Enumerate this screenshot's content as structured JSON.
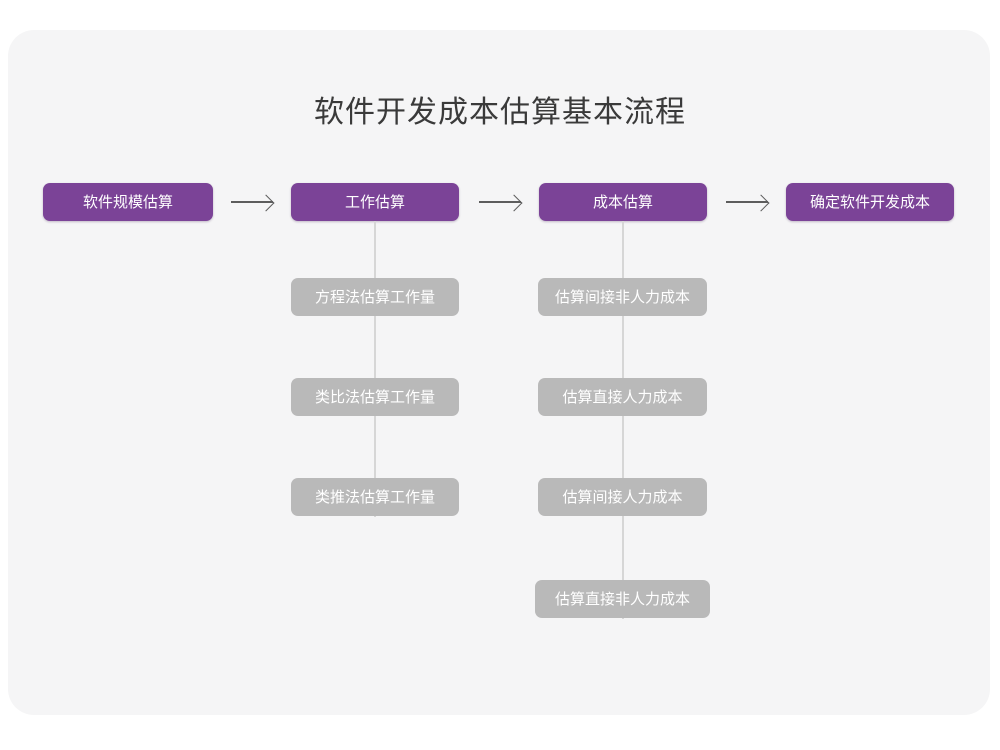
{
  "diagram": {
    "title": "软件开发成本估算基本流程",
    "type": "flowchart",
    "colors": {
      "panel_background": "#f5f5f6",
      "page_background": "#ffffff",
      "primary_node": "#7b4397",
      "secondary_node": "#b9b9b9",
      "primary_node_text": "#ffffff",
      "secondary_node_text": "#ffffff",
      "title_text": "#3a3a3a",
      "arrow": "#5d5d5d",
      "vertical_connector": "#d6d6d6"
    },
    "main_flow": [
      {
        "id": "step-1",
        "label": "软件规模估算"
      },
      {
        "id": "step-2",
        "label": "工作估算"
      },
      {
        "id": "step-3",
        "label": "成本估算"
      },
      {
        "id": "step-4",
        "label": "确定软件开发成本"
      }
    ],
    "arrows": [
      {
        "id": "arrow-1",
        "from": "step-1",
        "to": "step-2",
        "glyph": "→"
      },
      {
        "id": "arrow-2",
        "from": "step-2",
        "to": "step-3",
        "glyph": "→"
      },
      {
        "id": "arrow-3",
        "from": "step-3",
        "to": "step-4",
        "glyph": "→"
      }
    ],
    "branches": [
      {
        "id": "branch-work-estimation",
        "parent": "step-2",
        "parent_label": "工作估算",
        "items": [
          {
            "id": "work-1",
            "label": "方程法估算工作量"
          },
          {
            "id": "work-2",
            "label": "类比法估算工作量"
          },
          {
            "id": "work-3",
            "label": "类推法估算工作量"
          }
        ]
      },
      {
        "id": "branch-cost-estimation",
        "parent": "step-3",
        "parent_label": "成本估算",
        "items": [
          {
            "id": "cost-1",
            "label": "估算间接非人力成本"
          },
          {
            "id": "cost-2",
            "label": "估算直接人力成本"
          },
          {
            "id": "cost-3",
            "label": "估算间接人力成本"
          },
          {
            "id": "cost-4",
            "label": "估算直接非人力成本"
          }
        ]
      }
    ]
  }
}
